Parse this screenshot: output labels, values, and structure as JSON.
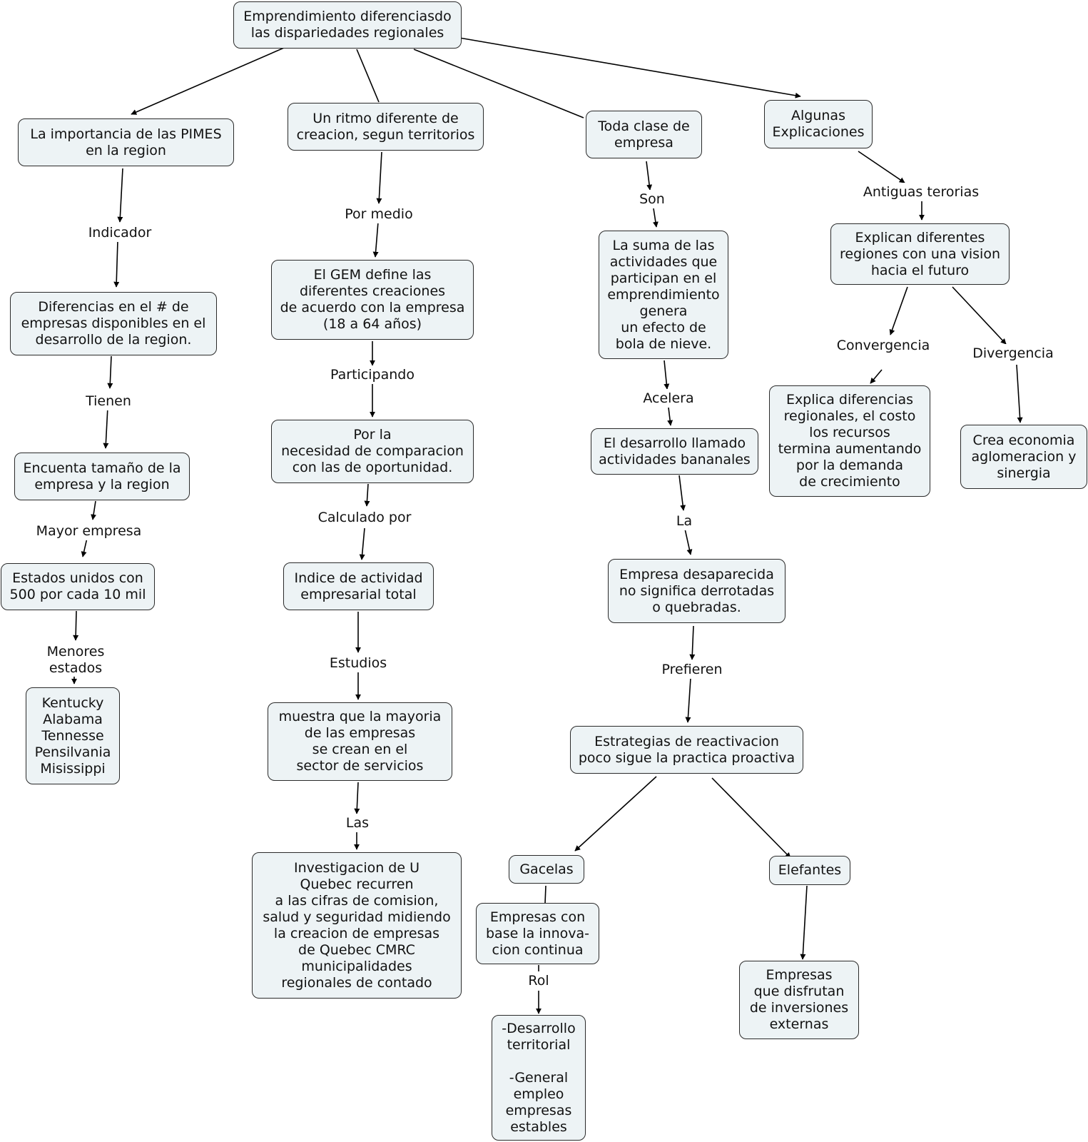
{
  "nodes": {
    "root": "Emprendimiento diferenciasdo\nlas dispariedades regionales",
    "pimes": "La importancia de las PIMES\nen la region",
    "ritmo": "Un ritmo diferente de\ncreacion, segun territorios",
    "toda_clase": "Toda clase de\nempresa",
    "algunas": "Algunas\nExplicaciones",
    "diferencias": "Diferencias en el # de\nempresas disponibles en el\ndesarrollo de la region.",
    "encuenta": "Encuenta tamaño de la\nempresa y la region",
    "estados_unidos": "Estados unidos con\n500 por cada 10 mil",
    "estados_lista": "Kentucky\nAlabama\nTennesse\nPensilvania\nMisissippi",
    "gem": "El GEM define las\ndiferentes creaciones\nde acuerdo con la empresa\n(18 a 64 años)",
    "por_la": "Por la\nnecesidad de comparacion\ncon las de oportunidad.",
    "indice": "Indice de actividad\nempresarial total",
    "muestra": "muestra que la mayoria\nde las empresas\nse crean en el\nsector de servicios",
    "investigacion": "Investigacion de U\nQuebec recurren\na las cifras de comision,\nsalud y seguridad midiendo\nla creacion de empresas\nde Quebec CMRC\nmunicipalidades\nregionales de contado",
    "suma": "La suma de las\nactividades que\nparticipan en el\nemprendimiento\ngenera\nun efecto de\nbola de nieve.",
    "desarrollo_llamado": "El desarrollo llamado\nactividades bananales",
    "empresa_desaparecida": "Empresa desaparecida\nno significa derrotadas\no quebradas.",
    "estrategias": "Estrategias de reactivacion\npoco sigue la practica proactiva",
    "gacelas": "Gacelas",
    "elefantes": "Elefantes",
    "empresas_innovacion": "Empresas con\nbase la innova-\ncion continua",
    "desarrollo_territorial": "-Desarrollo\nterritorial\n\n-General\nempleo\nempresas\nestables",
    "empresas_inversiones": "Empresas\nque disfrutan\nde inversiones\nexternas",
    "explican": "Explican diferentes\nregiones con una vision\nhacia el futuro",
    "explica_diferencias": "Explica diferencias\nregionales, el costo\nlos recursos\ntermina aumentando\npor la demanda\nde crecimiento",
    "crea_economia": "Crea economia\naglomeracion y\nsinergia"
  },
  "links": {
    "indicador": "Indicador",
    "tienen": "Tienen",
    "mayor_empresa": "Mayor empresa",
    "menores_estados": "Menores\nestados",
    "por_medio": "Por medio",
    "participando": "Participando",
    "calculado_por": "Calculado por",
    "estudios": "Estudios",
    "las": "Las",
    "son": "Son",
    "acelera": "Acelera",
    "la": "La",
    "prefieren": "Prefieren",
    "rol": "Rol",
    "antiguas": "Antiguas terorias",
    "convergencia": "Convergencia",
    "divergencia": "Divergencia"
  }
}
